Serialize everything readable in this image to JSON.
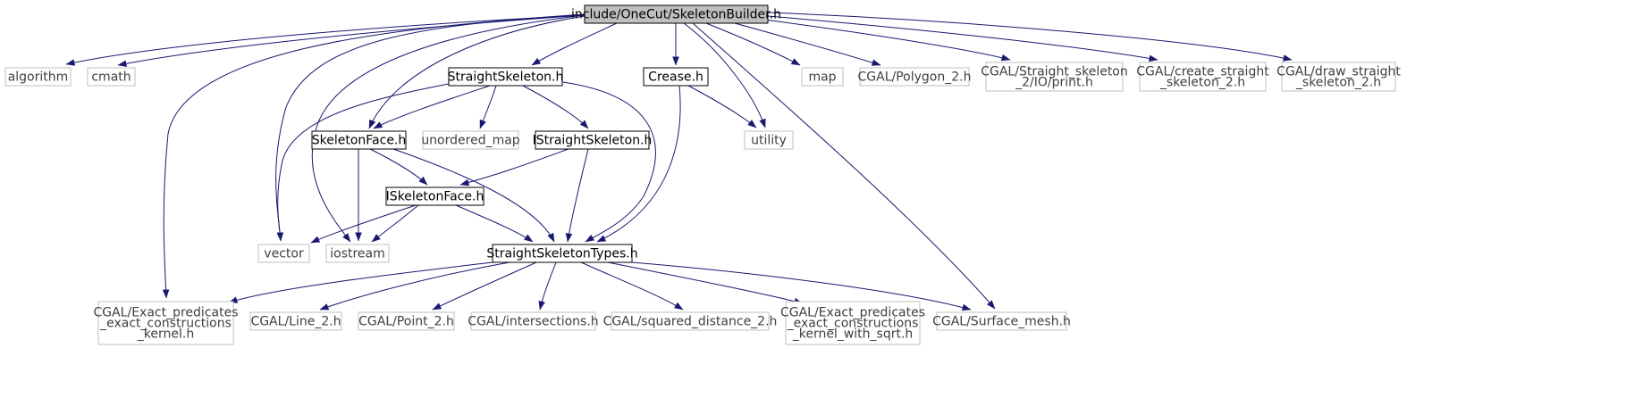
{
  "colors": {
    "edge": "#191970",
    "root_fill": "#bfbfbf",
    "node_stroke": "#000000",
    "external_stroke": "#bfbfbf",
    "external_text": "#3f3f3f",
    "text": "#000000"
  },
  "nodes": [
    {
      "id": "root",
      "label": [
        "include/OneCut/SkeletonBuilder.h"
      ],
      "kind": "root"
    },
    {
      "id": "algorithm",
      "label": [
        "algorithm"
      ],
      "kind": "external"
    },
    {
      "id": "cmath",
      "label": [
        "cmath"
      ],
      "kind": "external"
    },
    {
      "id": "straightskeleton",
      "label": [
        "StraightSkeleton.h"
      ],
      "kind": "local"
    },
    {
      "id": "crease",
      "label": [
        "Crease.h"
      ],
      "kind": "local"
    },
    {
      "id": "map",
      "label": [
        "map"
      ],
      "kind": "external"
    },
    {
      "id": "polygon2",
      "label": [
        "CGAL/Polygon_2.h"
      ],
      "kind": "external"
    },
    {
      "id": "ssprint",
      "label": [
        "CGAL/Straight_skeleton",
        "_2/IO/print.h"
      ],
      "kind": "external"
    },
    {
      "id": "createss",
      "label": [
        "CGAL/create_straight",
        "_skeleton_2.h"
      ],
      "kind": "external"
    },
    {
      "id": "drawss",
      "label": [
        "CGAL/draw_straight",
        "_skeleton_2.h"
      ],
      "kind": "external"
    },
    {
      "id": "skeletonface",
      "label": [
        "SkeletonFace.h"
      ],
      "kind": "local"
    },
    {
      "id": "unordered_map",
      "label": [
        "unordered_map"
      ],
      "kind": "external"
    },
    {
      "id": "istraightskeleton",
      "label": [
        "IStraightSkeleton.h"
      ],
      "kind": "local"
    },
    {
      "id": "utility",
      "label": [
        "utility"
      ],
      "kind": "external"
    },
    {
      "id": "iskeletonface",
      "label": [
        "ISkeletonFace.h"
      ],
      "kind": "local"
    },
    {
      "id": "vector",
      "label": [
        "vector"
      ],
      "kind": "external"
    },
    {
      "id": "iostream",
      "label": [
        "iostream"
      ],
      "kind": "external"
    },
    {
      "id": "sstypes",
      "label": [
        "StraightSkeletonTypes.h"
      ],
      "kind": "local"
    },
    {
      "id": "epeck",
      "label": [
        "CGAL/Exact_predicates",
        "_exact_constructions",
        "_kernel.h"
      ],
      "kind": "external"
    },
    {
      "id": "line2",
      "label": [
        "CGAL/Line_2.h"
      ],
      "kind": "external"
    },
    {
      "id": "point2",
      "label": [
        "CGAL/Point_2.h"
      ],
      "kind": "external"
    },
    {
      "id": "intersections",
      "label": [
        "CGAL/intersections.h"
      ],
      "kind": "external"
    },
    {
      "id": "sqdist",
      "label": [
        "CGAL/squared_distance_2.h"
      ],
      "kind": "external"
    },
    {
      "id": "epecksqrt",
      "label": [
        "CGAL/Exact_predicates",
        "_exact_constructions",
        "_kernel_with_sqrt.h"
      ],
      "kind": "external"
    },
    {
      "id": "surfacemesh",
      "label": [
        "CGAL/Surface_mesh.h"
      ],
      "kind": "external"
    }
  ],
  "edges": [
    {
      "from": "root",
      "to": "algorithm"
    },
    {
      "from": "root",
      "to": "cmath"
    },
    {
      "from": "root",
      "to": "straightskeleton"
    },
    {
      "from": "root",
      "to": "crease"
    },
    {
      "from": "root",
      "to": "map"
    },
    {
      "from": "root",
      "to": "polygon2"
    },
    {
      "from": "root",
      "to": "ssprint"
    },
    {
      "from": "root",
      "to": "createss"
    },
    {
      "from": "root",
      "to": "drawss"
    },
    {
      "from": "root",
      "to": "skeletonface"
    },
    {
      "from": "root",
      "to": "vector"
    },
    {
      "from": "root",
      "to": "iostream"
    },
    {
      "from": "root",
      "to": "utility"
    },
    {
      "from": "root",
      "to": "epeck"
    },
    {
      "from": "root",
      "to": "surfacemesh"
    },
    {
      "from": "straightskeleton",
      "to": "skeletonface"
    },
    {
      "from": "straightskeleton",
      "to": "unordered_map"
    },
    {
      "from": "straightskeleton",
      "to": "istraightskeleton"
    },
    {
      "from": "straightskeleton",
      "to": "sstypes"
    },
    {
      "from": "straightskeleton",
      "to": "vector"
    },
    {
      "from": "crease",
      "to": "utility"
    },
    {
      "from": "crease",
      "to": "sstypes"
    },
    {
      "from": "skeletonface",
      "to": "iskeletonface"
    },
    {
      "from": "skeletonface",
      "to": "iostream"
    },
    {
      "from": "skeletonface",
      "to": "sstypes"
    },
    {
      "from": "istraightskeleton",
      "to": "iskeletonface"
    },
    {
      "from": "istraightskeleton",
      "to": "sstypes"
    },
    {
      "from": "iskeletonface",
      "to": "vector"
    },
    {
      "from": "iskeletonface",
      "to": "iostream"
    },
    {
      "from": "iskeletonface",
      "to": "sstypes"
    },
    {
      "from": "sstypes",
      "to": "epeck"
    },
    {
      "from": "sstypes",
      "to": "line2"
    },
    {
      "from": "sstypes",
      "to": "point2"
    },
    {
      "from": "sstypes",
      "to": "intersections"
    },
    {
      "from": "sstypes",
      "to": "sqdist"
    },
    {
      "from": "sstypes",
      "to": "epecksqrt"
    },
    {
      "from": "sstypes",
      "to": "surfacemesh"
    }
  ]
}
